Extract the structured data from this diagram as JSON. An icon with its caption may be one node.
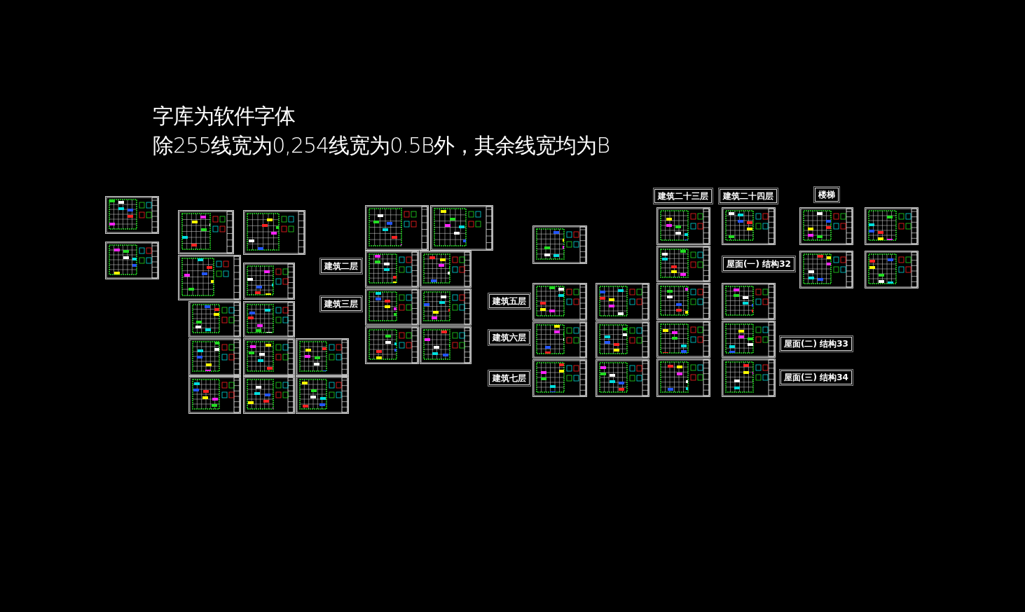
{
  "diagram": {
    "nodes": [
      {
        "text": [
          "建筑二十三层"
        ]
      },
      {
        "text": [
          "建筑二十四层"
        ]
      },
      {
        "text": [
          "楼梯"
        ]
      },
      {
        "text": [
          "建筑二层"
        ]
      },
      {
        "text": [
          "屋面(一) 结构32"
        ]
      },
      {
        "text": [
          "建筑三层"
        ]
      },
      {
        "text": [
          "建筑五层"
        ]
      },
      {
        "text": [
          "建筑六层"
        ]
      },
      {
        "text": [
          "屋面(二) 结构33"
        ]
      },
      {
        "text": [
          "屋面(三) 结构34"
        ]
      },
      {
        "text": [
          "建筑七层"
        ]
      }
    ],
    "labels": [
      "字库为软件字体",
      "除255线宽为0,254线宽为0.5B外，其余线宽均为B"
    ]
  }
}
